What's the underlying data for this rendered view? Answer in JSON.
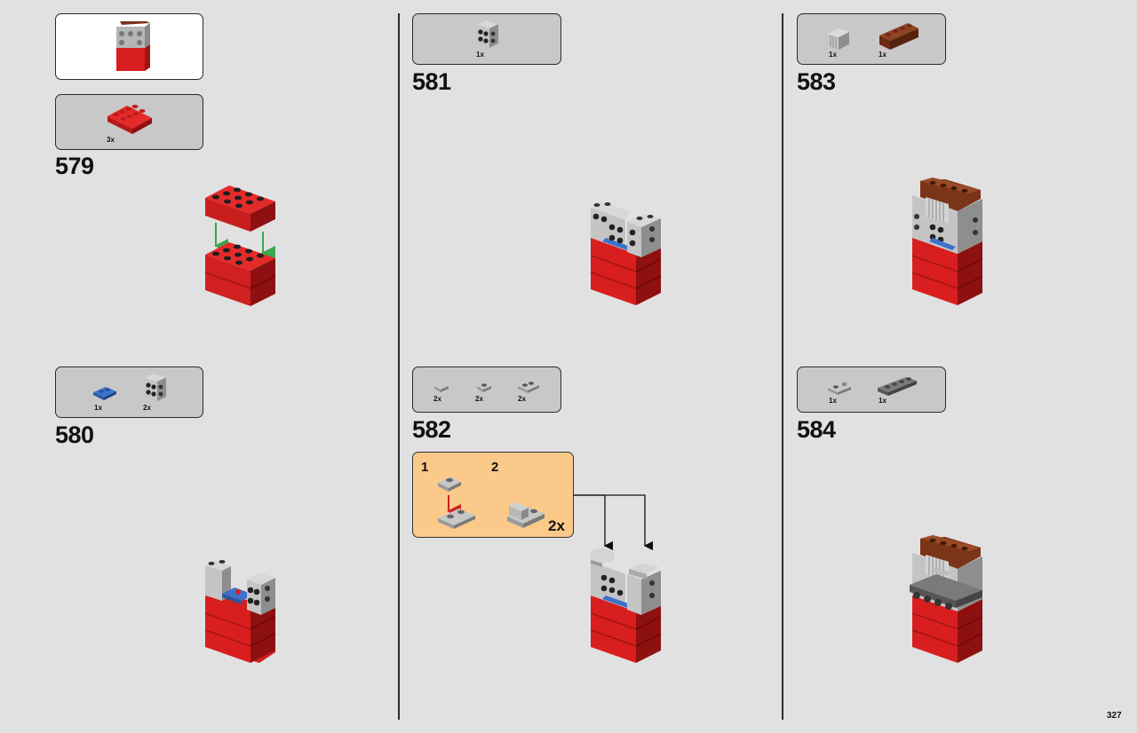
{
  "page": {
    "number": "327"
  },
  "colors": {
    "background": "#e1e1e1",
    "red": "#d81e1e",
    "light_gray": "#b5b5b5",
    "dark_gray": "#6e6e6e",
    "brown": "#7a3418",
    "blue": "#2f62b8",
    "callout": "#fbc98a",
    "arrow_green": "#3aa650",
    "arrow_red": "#d22020"
  },
  "steps": [
    {
      "number": "579",
      "parts": [
        {
          "qty": "3x",
          "icon": "red-brick-2x4"
        }
      ],
      "submodel_preview": true
    },
    {
      "number": "580",
      "parts": [
        {
          "qty": "1x",
          "icon": "blue-plate-1x2"
        },
        {
          "qty": "2x",
          "icon": "gray-brick-2x2-with-side-studs"
        }
      ]
    },
    {
      "number": "581",
      "parts": [
        {
          "qty": "1x",
          "icon": "gray-brick-2x2-with-side-studs"
        }
      ]
    },
    {
      "number": "582",
      "parts": [
        {
          "qty": "2x",
          "icon": "gray-tile-1x1"
        },
        {
          "qty": "2x",
          "icon": "gray-plate-1x1"
        },
        {
          "qty": "2x",
          "icon": "gray-plate-1x2"
        }
      ],
      "callout": {
        "sub1": "1",
        "sub2": "2",
        "multiplier": "2x"
      }
    },
    {
      "number": "583",
      "parts": [
        {
          "qty": "1x",
          "icon": "gray-grille-1x2"
        },
        {
          "qty": "1x",
          "icon": "brown-brick-1x4"
        }
      ]
    },
    {
      "number": "584",
      "parts": [
        {
          "qty": "1x",
          "icon": "gray-plate-1x2-with-clip"
        },
        {
          "qty": "1x",
          "icon": "dark-gray-plate-1x4"
        }
      ]
    }
  ]
}
